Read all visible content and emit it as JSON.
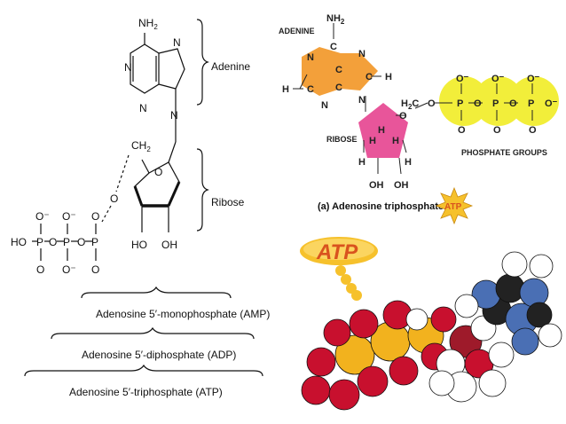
{
  "left": {
    "atoms": {
      "nh2": "NH",
      "nh2_sub": "2",
      "n": "N",
      "ch2": "CH",
      "ch2_sub": "2",
      "o": "O",
      "ho": "HO",
      "oh": "OH",
      "p": "P",
      "o_minus": "O⁻"
    },
    "labels": {
      "adenine": "Adenine",
      "ribose": "Ribose"
    },
    "brackets": {
      "amp": "Adenosine 5′-monophosphate (AMP)",
      "adp": "Adenosine 5′-diphosphate (ADP)",
      "atp": "Adenosine 5′-triphosphate (ATP)"
    }
  },
  "right": {
    "labels": {
      "adenine": "ADENINE",
      "ribose": "RIBOSE",
      "phosphate_groups": "PHOSPHATE GROUPS",
      "caption": "(a)  Adenosine triphosphate"
    },
    "atoms": {
      "nh2": "NH",
      "nh2_sub": "2",
      "c": "C",
      "n": "N",
      "h": "H",
      "o": "O",
      "oh": "OH",
      "h2c": "H",
      "h2c_sub": "2",
      "h2c_c": "C",
      "p": "P",
      "o_minus": "O⁻"
    },
    "badges": {
      "small": "ATP",
      "big": "ATP"
    }
  },
  "colors": {
    "adenine": "#f3a03a",
    "ribose": "#e8559a",
    "phosphate": "#f2ee3a",
    "badge": "#f6c12c",
    "badge_text": "#d9531e",
    "model_red": "#c8102e",
    "model_yellow": "#f2b21e",
    "model_blue": "#4a6fb4"
  }
}
